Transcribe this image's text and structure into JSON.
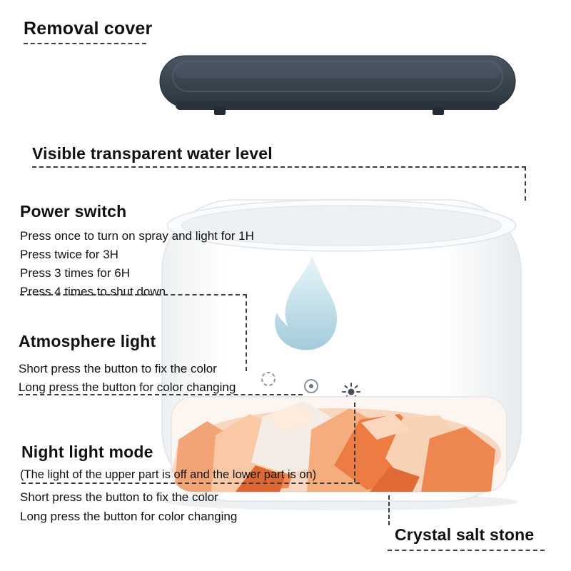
{
  "annotations": {
    "removal_cover": {
      "title": "Removal cover"
    },
    "water_level": {
      "title": "Visible transparent water level"
    },
    "power_switch": {
      "title": "Power switch",
      "lines": [
        "Press once to turn on spray and light for 1H",
        "Press twice for 3H",
        "Press 3 times for 6H",
        "Press 4 times to shut down"
      ]
    },
    "atmosphere_light": {
      "title": "Atmosphere light",
      "lines": [
        "Short press the button to fix the color",
        "Long press the button for color changing"
      ]
    },
    "night_light_mode": {
      "title": "Night light mode",
      "lines": [
        "(The light of the upper part is off and the lower part is on)",
        "Short press the button to fix the color",
        "Long press the button for color changing"
      ]
    },
    "crystal_salt_stone": {
      "title": "Crystal salt stone"
    }
  },
  "product": {
    "icons": [
      "color-ring-icon",
      "dot-button-icon",
      "sun-icon"
    ],
    "colors": {
      "lid": "#39434e",
      "body": "#ffffff",
      "flame": "#b9d8e4",
      "salt": "#ee8650",
      "text": "#111111",
      "leader_line": "#3c3c3c"
    }
  }
}
